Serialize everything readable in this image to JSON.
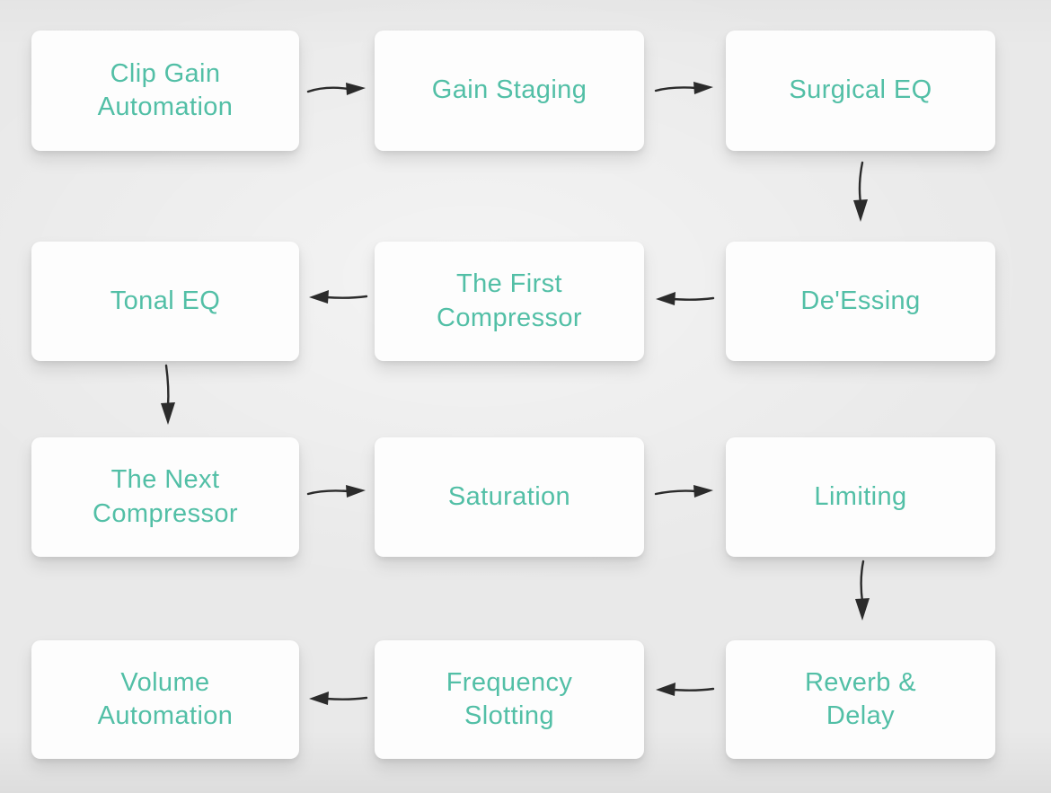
{
  "diagram": {
    "type": "flowchart",
    "colors": {
      "node_background": "#fdfdfd",
      "node_text": "#52bfa6",
      "canvas_background": "#e9e9e9",
      "arrow": "#2b2b2b"
    },
    "nodes": [
      {
        "id": "clip-gain-automation",
        "label": "Clip Gain Automation",
        "lines": [
          "Clip Gain",
          "Automation"
        ]
      },
      {
        "id": "gain-staging",
        "label": "Gain Staging",
        "lines": [
          "Gain Staging"
        ]
      },
      {
        "id": "surgical-eq",
        "label": "Surgical EQ",
        "lines": [
          "Surgical EQ"
        ]
      },
      {
        "id": "tonal-eq",
        "label": "Tonal EQ",
        "lines": [
          "Tonal EQ"
        ]
      },
      {
        "id": "the-first-compressor",
        "label": "The First Compressor",
        "lines": [
          "The First",
          "Compressor"
        ]
      },
      {
        "id": "deessing",
        "label": "De'Essing",
        "lines": [
          "De'Essing"
        ]
      },
      {
        "id": "the-next-compressor",
        "label": "The Next Compressor",
        "lines": [
          "The Next",
          "Compressor"
        ]
      },
      {
        "id": "saturation",
        "label": "Saturation",
        "lines": [
          "Saturation"
        ]
      },
      {
        "id": "limiting",
        "label": "Limiting",
        "lines": [
          "Limiting"
        ]
      },
      {
        "id": "volume-automation",
        "label": "Volume Automation",
        "lines": [
          "Volume",
          "Automation"
        ]
      },
      {
        "id": "frequency-slotting",
        "label": "Frequency Slotting",
        "lines": [
          "Frequency",
          "Slotting"
        ]
      },
      {
        "id": "reverb-delay",
        "label": "Reverb & Delay",
        "lines": [
          "Reverb &",
          "Delay"
        ]
      }
    ],
    "edges": [
      {
        "from": "Clip Gain Automation",
        "to": "Gain Staging"
      },
      {
        "from": "Gain Staging",
        "to": "Surgical EQ"
      },
      {
        "from": "Surgical EQ",
        "to": "De'Essing"
      },
      {
        "from": "De'Essing",
        "to": "The First Compressor"
      },
      {
        "from": "The First Compressor",
        "to": "Tonal EQ"
      },
      {
        "from": "Tonal EQ",
        "to": "The Next Compressor"
      },
      {
        "from": "The Next Compressor",
        "to": "Saturation"
      },
      {
        "from": "Saturation",
        "to": "Limiting"
      },
      {
        "from": "Limiting",
        "to": "Reverb & Delay"
      },
      {
        "from": "Reverb & Delay",
        "to": "Frequency Slotting"
      },
      {
        "from": "Frequency Slotting",
        "to": "Volume Automation"
      }
    ]
  }
}
